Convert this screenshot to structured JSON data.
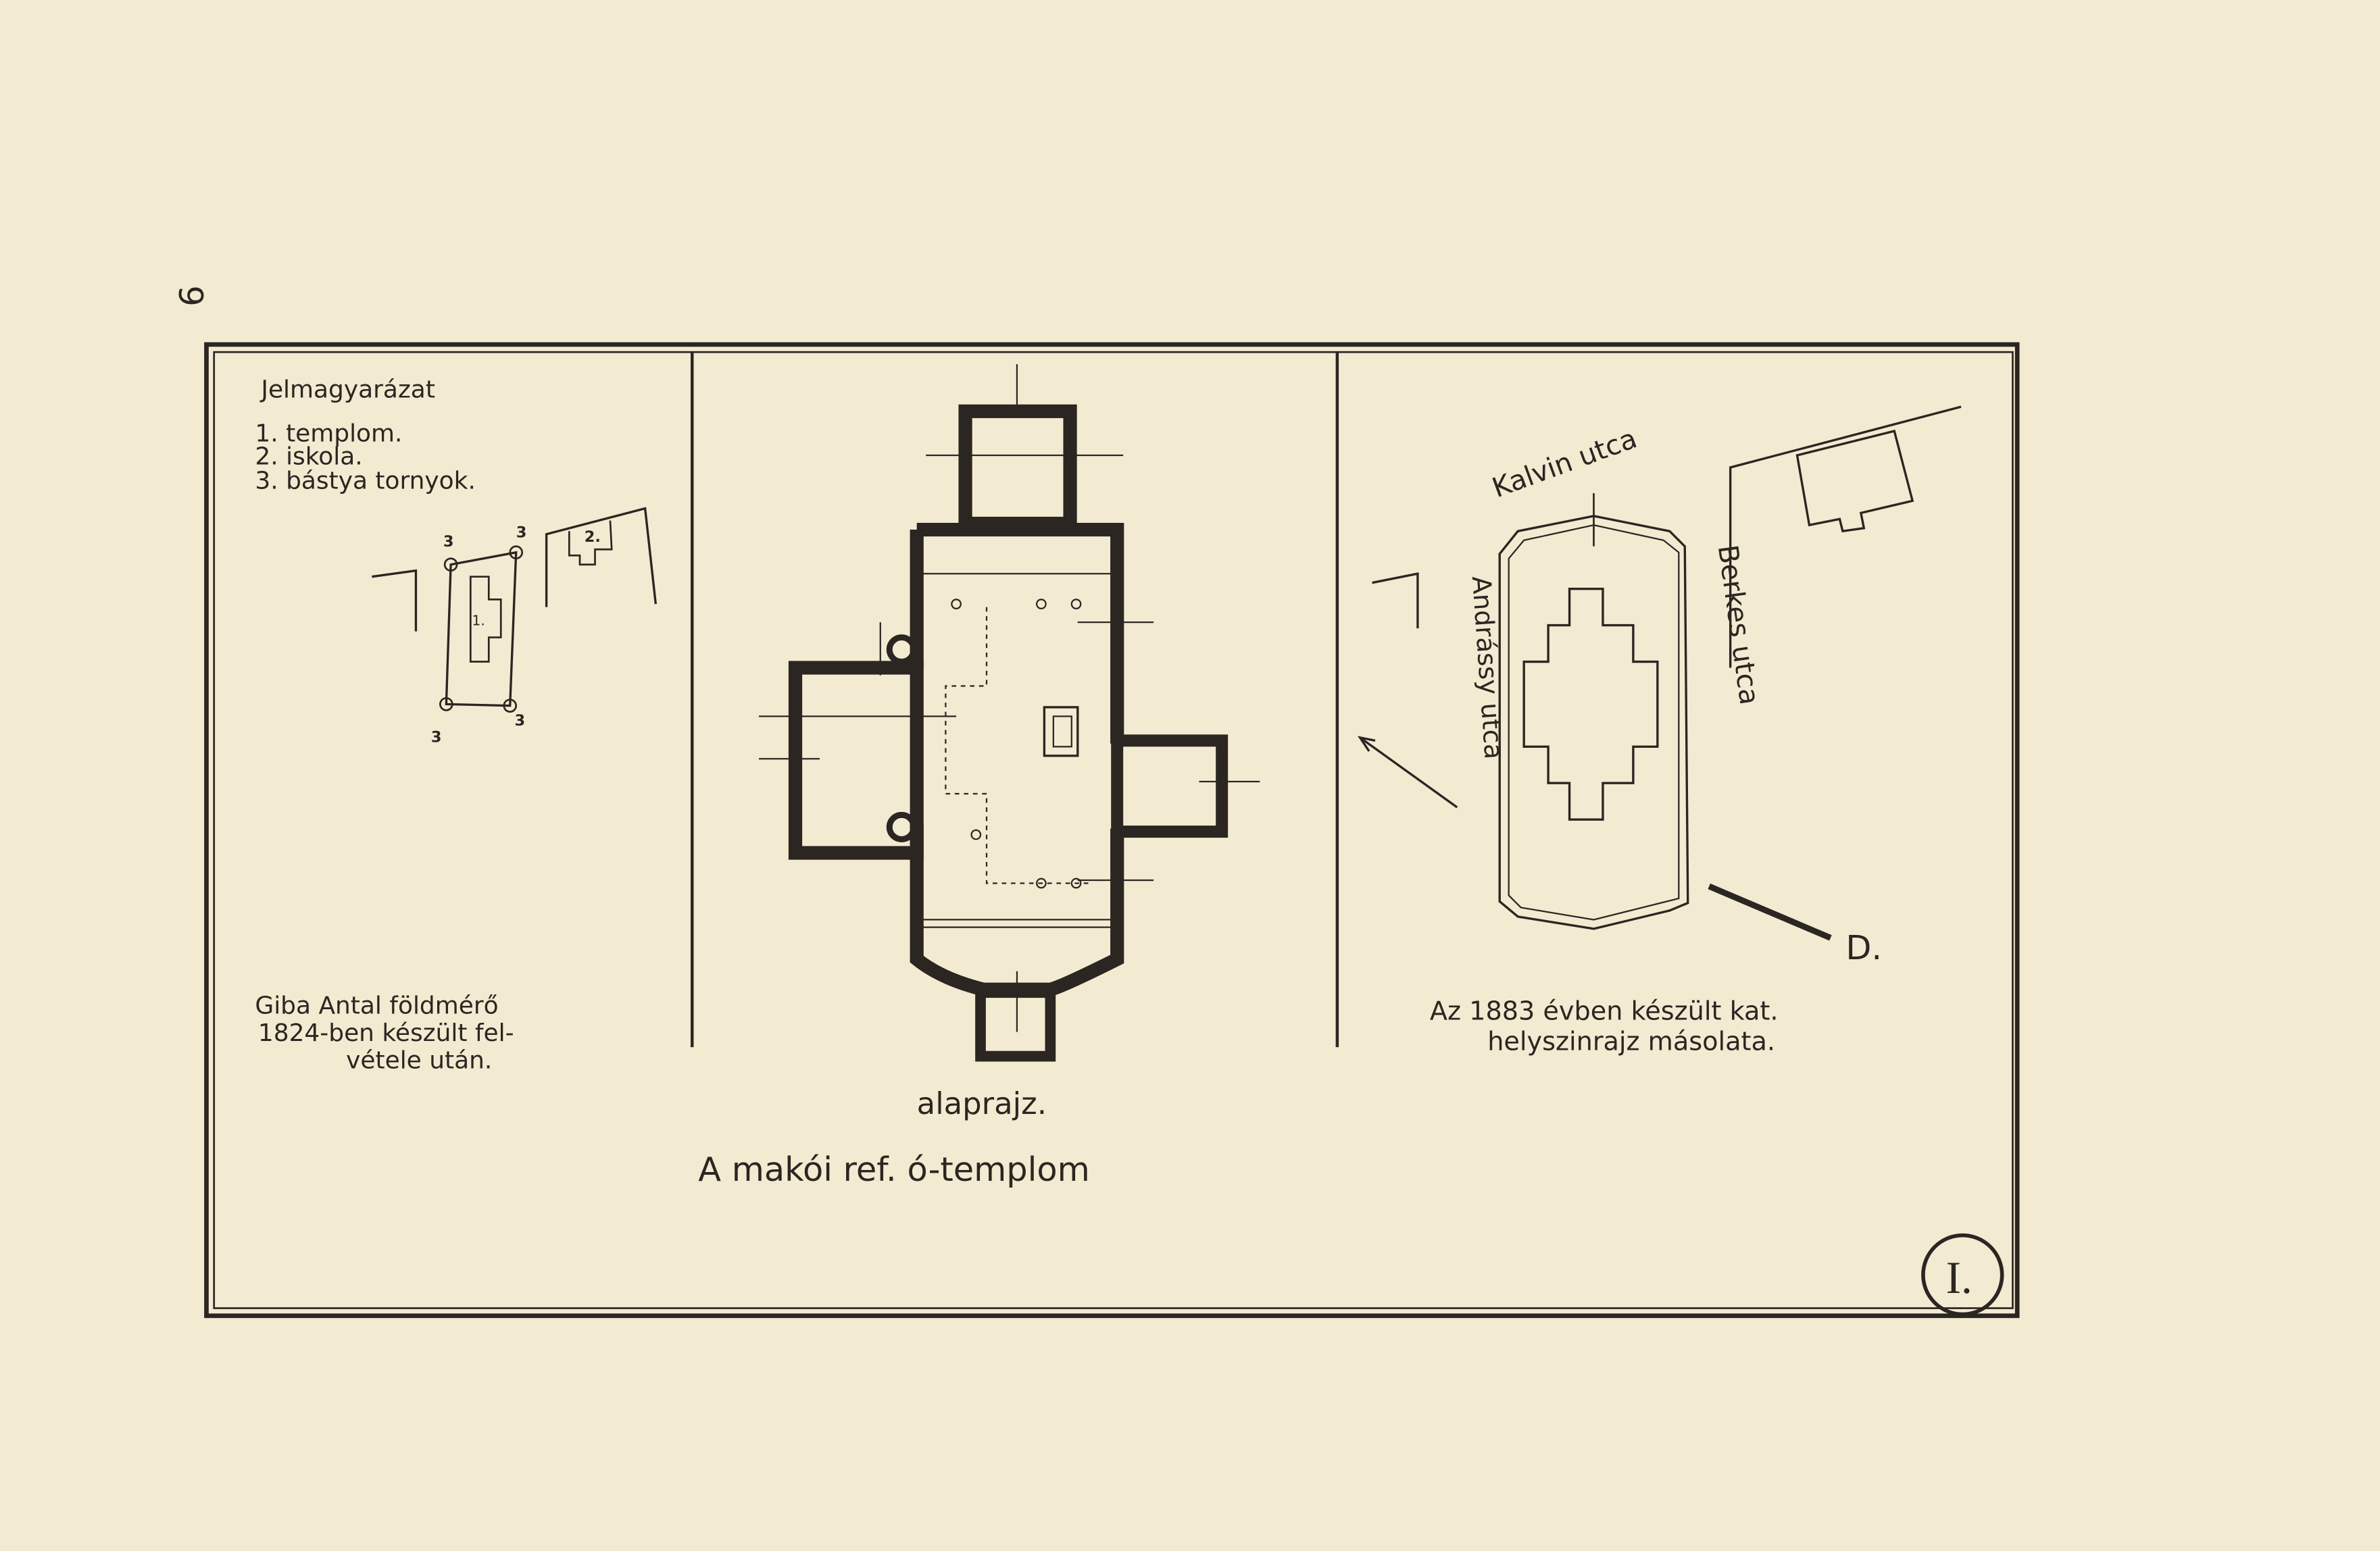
{
  "page_number": "9",
  "plate_number": "I.",
  "legend": {
    "title": "Jelmagyarázat",
    "items": [
      "1. templom.",
      "2. iskola.",
      "3. bástya tornyok."
    ],
    "map_labels": {
      "church": "1.",
      "school": "2.",
      "tower": "3"
    }
  },
  "left_caption": [
    "Giba Antal földmérő",
    "1824-ben készült fel-",
    "vétele után."
  ],
  "center_caption": {
    "subtitle": "alaprajz.",
    "title": "A makói ref. ó-templom"
  },
  "right_map": {
    "streets": {
      "top": "Kalvin utca",
      "right": "Berkes utca",
      "left": "Andrássy utca"
    },
    "direction": "D.",
    "caption": [
      "Az 1883 évben készült kat.",
      "helyszinrajz másolata."
    ]
  },
  "colors": {
    "paper": "#f3ead2",
    "ink": "#2b2621"
  }
}
